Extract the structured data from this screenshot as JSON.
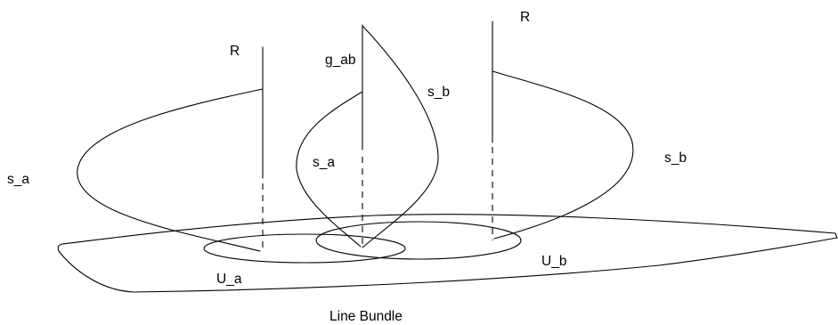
{
  "labels": {
    "r_left": "R",
    "r_right": "R",
    "g_ab": "g_ab",
    "s_b_top": "s_b",
    "s_b_right": "s_b",
    "s_a_left": "s_a",
    "s_a_mid": "s_a",
    "u_a": "U_a",
    "u_b": "U_b"
  },
  "caption": "Line Bundle",
  "colors": {
    "ink": "#000000",
    "background": "#ffffff"
  }
}
